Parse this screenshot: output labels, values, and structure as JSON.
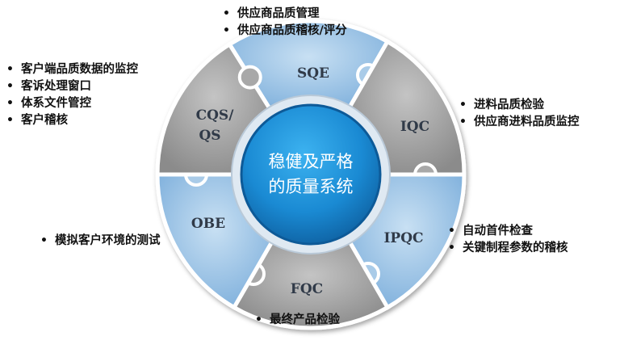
{
  "colors": {
    "blue_piece": "#9cc3e4",
    "gray_piece": "#a3a3a3",
    "ring_outline": "#ffffff",
    "center_fill": "#1b8ed5",
    "center_rim": "#0d5a98",
    "label_dark": "#303a48",
    "bullet_text": "#111111"
  },
  "center": {
    "line1": "稳健及严格",
    "line2": "的质量系统"
  },
  "segments": [
    {
      "id": "sqe",
      "label": "SQE",
      "style": "blue"
    },
    {
      "id": "iqc",
      "label": "IQC",
      "style": "gray"
    },
    {
      "id": "ipqc",
      "label": "IPQC",
      "style": "blue"
    },
    {
      "id": "fqc",
      "label": "FQC",
      "style": "gray"
    },
    {
      "id": "obe",
      "label": "OBE",
      "style": "blue"
    },
    {
      "id": "cqs",
      "label_line1": "CQS/",
      "label_line2": "QS",
      "style": "gray"
    }
  ],
  "notes": {
    "sqe": [
      "供应商品质管理",
      "供应商品质稽核/评分"
    ],
    "iqc": [
      "进料品质检验",
      "供应商进料品质监控"
    ],
    "ipqc": [
      "自动首件检查",
      "关键制程参数的稽核"
    ],
    "fqc": [
      "最终产品检验"
    ],
    "obe": [
      "模拟客户环境的测试"
    ],
    "cqs": [
      "客户端品质数据的监控",
      "客诉处理窗口",
      "体系文件管控",
      "客户稽核"
    ]
  }
}
